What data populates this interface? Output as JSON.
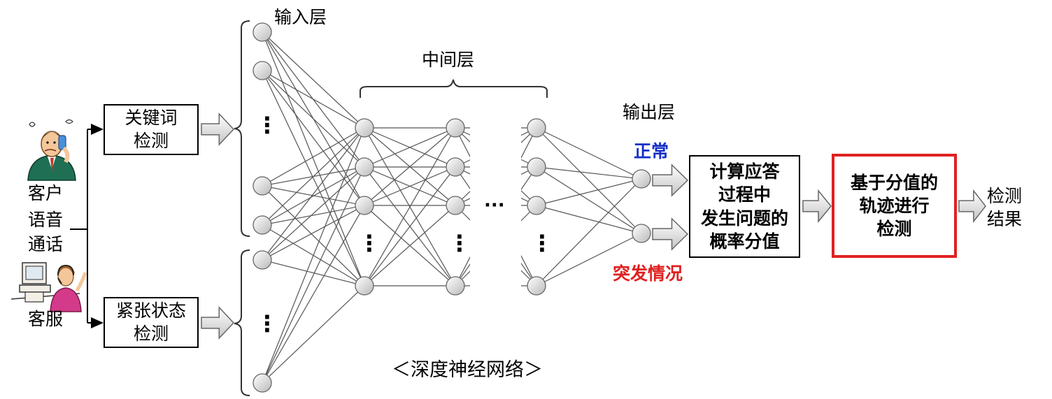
{
  "labels": {
    "customer": "客户",
    "voice_call": "语音\n通话",
    "agent": "客服",
    "input_layer": "输入层",
    "middle_layer": "中间层",
    "output_layer": "输出层",
    "normal": "正常",
    "emergency": "突发情况",
    "network_caption": "＜深度神经网络＞",
    "result": "检测\n结果"
  },
  "boxes": {
    "keyword_detection": "关键词\n检测",
    "tension_detection": "紧张状态\n检测",
    "probability_calc": "计算应答\n过程中\n发生问题的\n概率分值",
    "trajectory_detection": "基于分值的\n轨迹进行\n检测"
  },
  "ellipsis": {
    "vertical": "⋮",
    "horizontal": "···"
  },
  "colors": {
    "highlight_border": "#e02020",
    "normal_text": "#1530c8",
    "emergency_text": "#e02020",
    "node_fill": "#e6e6e6",
    "edge": "#555555"
  },
  "icons": {
    "customer": "stressed-customer-on-phone-icon",
    "agent": "call-center-agent-icon"
  }
}
